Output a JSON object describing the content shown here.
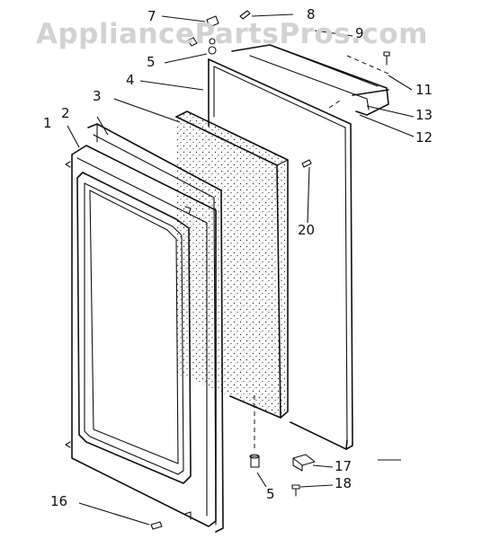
{
  "watermark": "AppliancePartsPros.com",
  "callouts": {
    "c1": "1",
    "c2": "2",
    "c3": "3",
    "c4": "4",
    "c5a": "5",
    "c5b": "5",
    "c7": "7",
    "c8": "8",
    "c9": "9",
    "c11": "11",
    "c12": "12",
    "c13": "13",
    "c16": "16",
    "c17": "17",
    "c18": "18",
    "c20": "20"
  },
  "colors": {
    "ink": "#111111",
    "paper": "#ffffff",
    "watermark": "#d2d2d2"
  }
}
